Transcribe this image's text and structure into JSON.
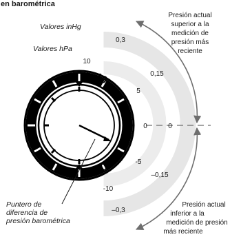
{
  "header": {
    "title_fragment": "en barométrica"
  },
  "labels": {
    "inhg_title": "Valores inHg",
    "hpa_title": "Valores hPa",
    "pointer_line1": "Puntero de",
    "pointer_line2": "diferencia de",
    "pointer_line3": "presión barométrica",
    "upper_line1": "Presión actual",
    "upper_line2": "superior a la",
    "upper_line3": "medición de",
    "upper_line4": "presión más",
    "upper_line5": "reciente",
    "lower_line1": "Presión actual",
    "lower_line2": "inferior a la",
    "lower_line3": "medición de presión",
    "lower_line4": "más reciente"
  },
  "dial": {
    "num_top": "10",
    "num_zero": "0",
    "num_bottom": "-10"
  },
  "scales": {
    "hpa": {
      "p10": "10",
      "p5": "5",
      "zero": "0",
      "m5": "-5",
      "m10": "-10"
    },
    "inhg": {
      "p03": "0,3",
      "p015": "0,15",
      "zero": "0",
      "m015": "–0,15",
      "m03": "–0,3"
    }
  },
  "colors": {
    "band": "#e6e6e6",
    "ink": "#1a1a1a",
    "bezel": "#000000",
    "arrow": "#6e6e6e"
  }
}
